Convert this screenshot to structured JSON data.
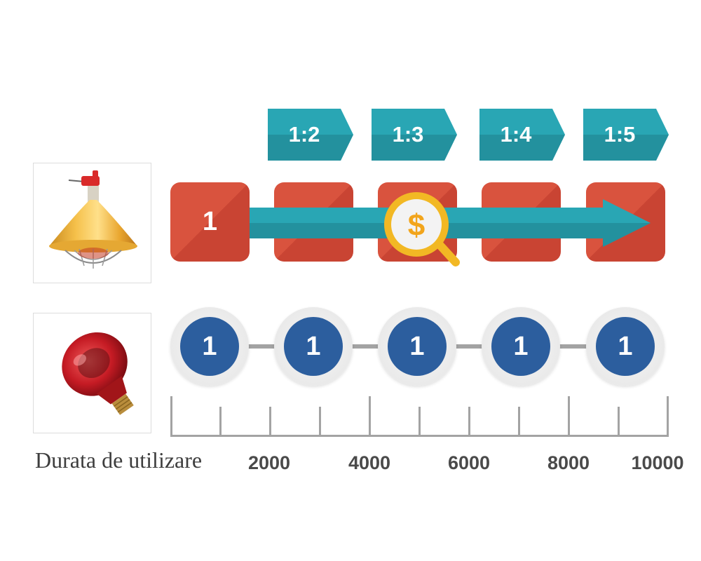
{
  "ratios": [
    "1:2",
    "1:3",
    "1:4",
    "1:5"
  ],
  "red_boxes": [
    {
      "label": "1"
    },
    {
      "label": ""
    },
    {
      "label": ""
    },
    {
      "label": ""
    },
    {
      "label": ""
    }
  ],
  "blue_circles": [
    "1",
    "1",
    "1",
    "1",
    "1"
  ],
  "axis": {
    "ticks": [
      "2000",
      "4000",
      "6000",
      "8000",
      "10000"
    ],
    "title": "Durata de utilizare"
  },
  "icons": {
    "top_product": "heat-lamp-reflector-icon",
    "bottom_product": "infrared-bulb-icon",
    "cost": "dollar-magnifier-icon"
  },
  "colors": {
    "teal": "#29a6b4",
    "teal_dark": "#23919e",
    "red": "#d9533e",
    "blue": "#2c5e9e",
    "gold": "#f2b824"
  }
}
